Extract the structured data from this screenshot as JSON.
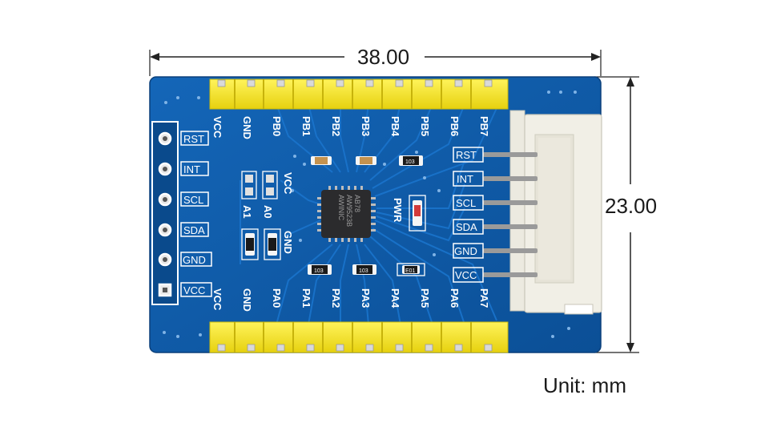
{
  "dimensions": {
    "width": "38.00",
    "height": "23.00",
    "unit": "Unit: mm"
  },
  "chip": {
    "brand": "AWINIC",
    "model": "AW9523B",
    "code": "AB78"
  },
  "top_header_pins": [
    "VCC",
    "GND",
    "PB0",
    "PB1",
    "PB2",
    "PB3",
    "PB4",
    "PB5",
    "PB6",
    "PB7"
  ],
  "bottom_header_pins": [
    "VCC",
    "GND",
    "PA0",
    "PA1",
    "PA2",
    "PA3",
    "PA4",
    "PA5",
    "PA6",
    "PA7"
  ],
  "left_header_pins": [
    "RST",
    "INT",
    "SCL",
    "SDA",
    "GND",
    "VCC"
  ],
  "right_connector_pins": [
    "RST",
    "INT",
    "SCL",
    "SDA",
    "GND",
    "VCC"
  ],
  "board_labels": {
    "a1": "A1",
    "a0": "A0",
    "vcc": "VCC",
    "gnd": "GND",
    "pwr": "PWR"
  },
  "resistor_codes": {
    "top_right": "103",
    "bottom_left": "103",
    "bottom_mid": "103",
    "bottom_right": "E01"
  },
  "colors": {
    "pcb": "#0d5aa7",
    "header": "#f2e21a",
    "connector": "#f1efe6"
  }
}
